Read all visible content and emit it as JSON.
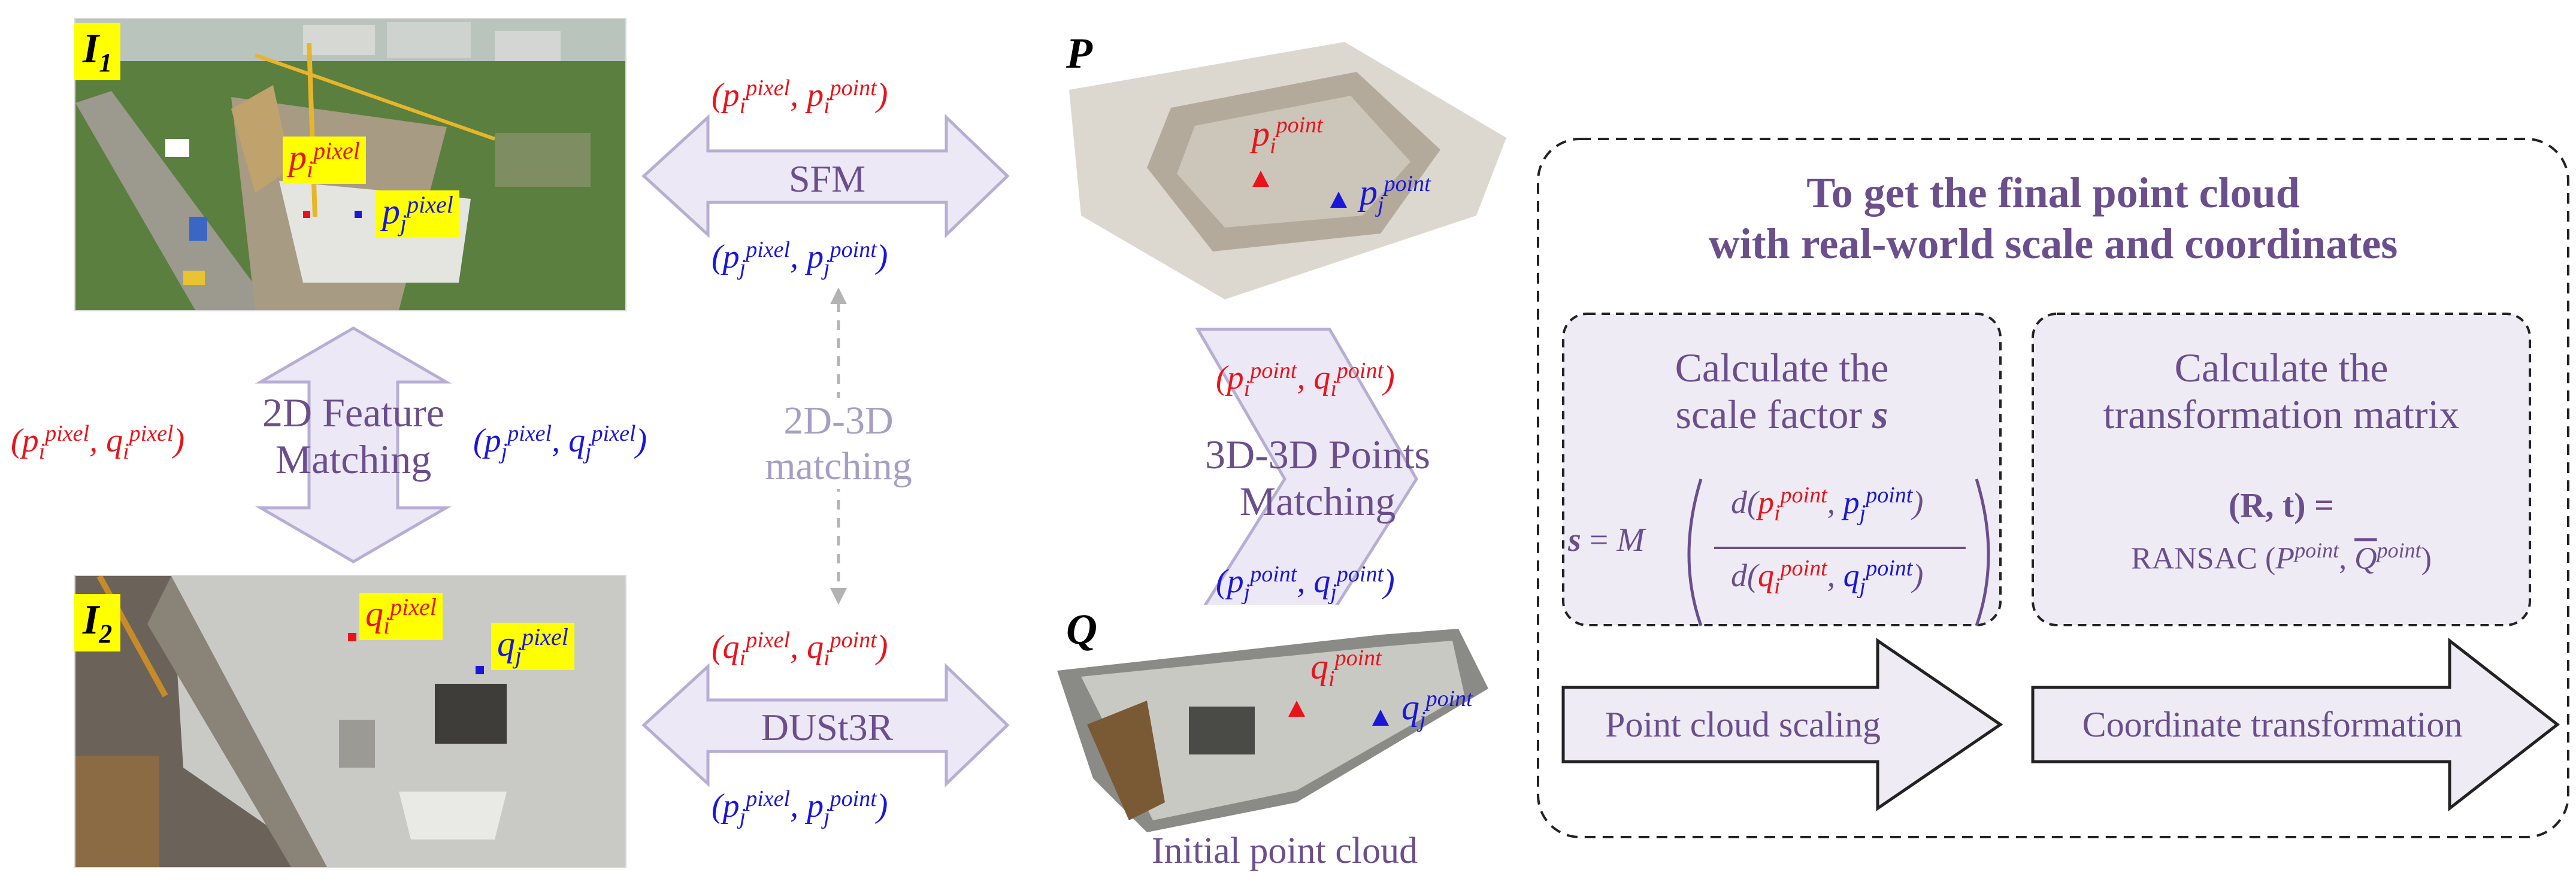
{
  "images": {
    "i1_label": "I",
    "i1_sub": "1",
    "i2_label": "I",
    "i2_sub": "2",
    "p_label": "P",
    "q_label": "Q",
    "initial_caption": "Initial point cloud"
  },
  "symbols": {
    "p": "p",
    "q": "q",
    "i": "i",
    "j": "j",
    "pixel": "pixel",
    "point": "point",
    "open": "(",
    "comma": ",",
    "close": ")"
  },
  "arrows": {
    "sfm": "SFM",
    "dust3r": "DUSt3R",
    "feature_line1": "2D Feature",
    "feature_line2": "Matching",
    "match23_line1": "2D-3D",
    "match23_line2": "matching",
    "match33_line1": "3D-3D Points",
    "match33_line2": "Matching"
  },
  "panel": {
    "title_line1": "To get the final point cloud",
    "title_line2": "with real-world scale and coordinates",
    "scale_line1": "Calculate the",
    "scale_line2": "scale factor",
    "scale_symbol": "s",
    "transform_line1": "Calculate the",
    "transform_line2": "transformation matrix",
    "formula_s": "s",
    "formula_eq": "=",
    "formula_m": "M",
    "formula_d": "d",
    "rt_lhs": "(R, t) =",
    "ransac": "RANSAC",
    "ransac_P": "P",
    "ransac_Q": "Q",
    "scaling_label": "Point cloud scaling",
    "coord_label": "Coordinate transformation"
  },
  "colors": {
    "red": "#e8141b",
    "blue": "#1a17d8",
    "purple": "#6b4e8c",
    "arrow_fill": "#ece8f6",
    "arrow_stroke": "#b7aed3",
    "highlight": "#ffff00"
  }
}
